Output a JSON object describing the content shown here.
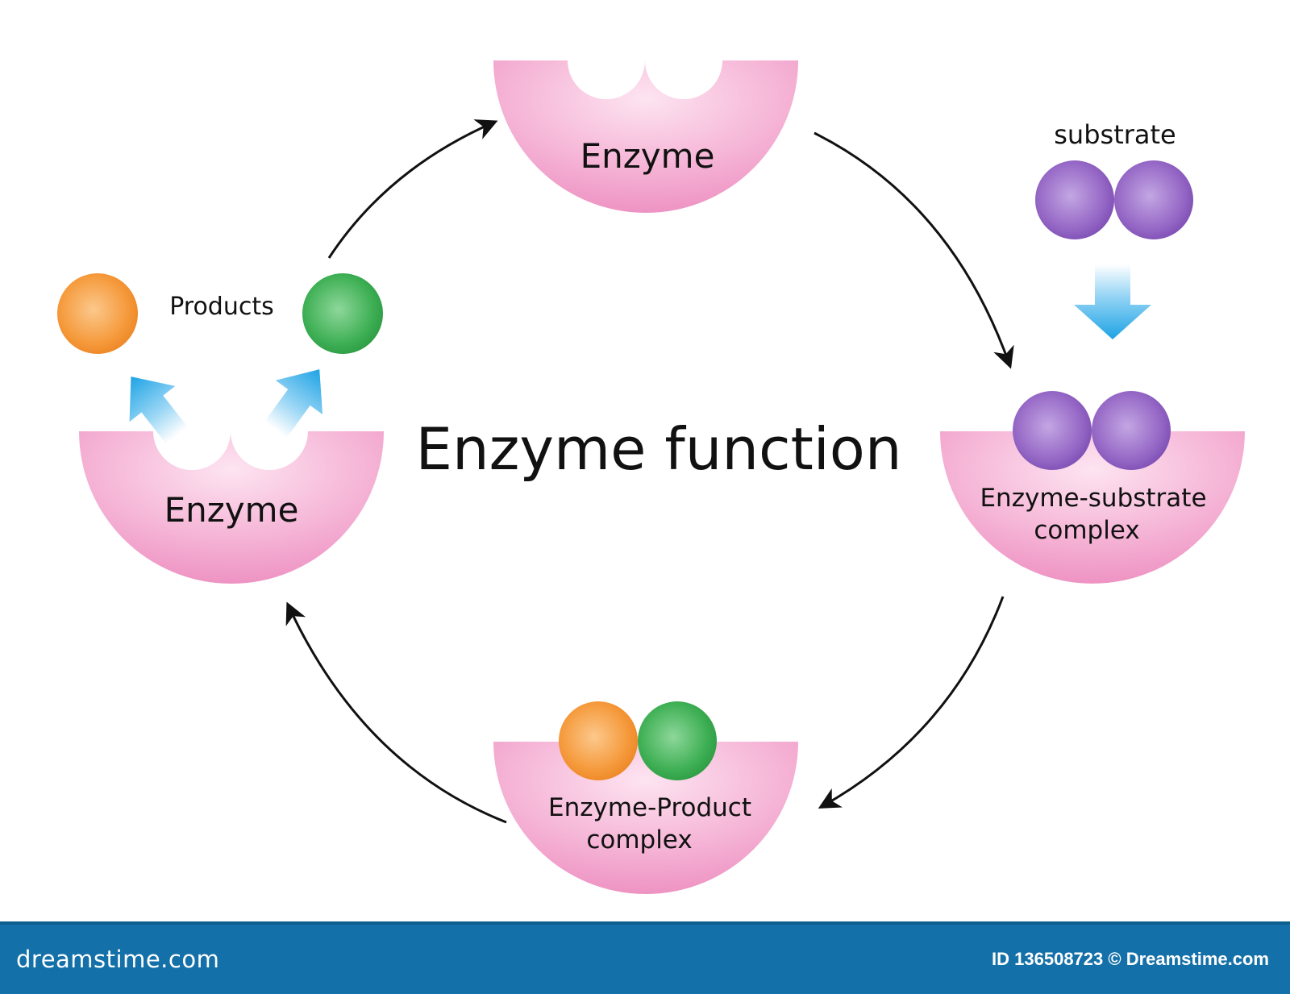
{
  "diagram": {
    "title": "Enzyme function",
    "top_enzyme_label": "Enzyme",
    "left_enzyme_label": "Enzyme",
    "substrate_label": "substrate",
    "products_label": "Products",
    "es_complex_label_line1": "Enzyme-substrate",
    "es_complex_label_line2": "complex",
    "ep_complex_label_line1": "Enzyme-Product",
    "ep_complex_label_line2": "complex"
  },
  "colors": {
    "enzyme": "#f3a3cc",
    "substrate": "#8e5fc0",
    "product_orange": "#f59a3c",
    "product_green": "#3eb054",
    "arrow_blue": "#2ba9e6",
    "footer": "#1470a8"
  },
  "footer": {
    "brand": "dreamstime.com",
    "id_text": "ID 136508723 © Dreamstime.com"
  }
}
